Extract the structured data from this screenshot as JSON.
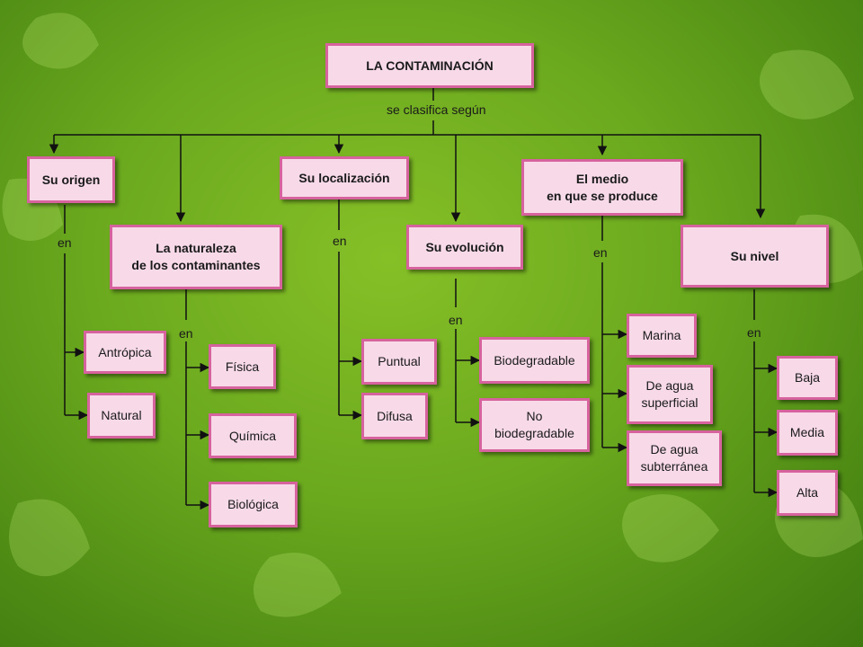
{
  "root": "LA CONTAMINACIÓN",
  "root_connector": "se clasifica según",
  "connector_word": "en",
  "categories": {
    "origen": "Su origen",
    "naturaleza": "La naturaleza\nde los contaminantes",
    "localizacion": "Su localización",
    "evolucion": "Su evolución",
    "medio": "El medio\nen que se produce",
    "nivel": "Su nivel"
  },
  "items": {
    "antropica": "Antrópica",
    "natural": "Natural",
    "fisica": "Física",
    "quimica": "Química",
    "biologica": "Biológica",
    "puntual": "Puntual",
    "difusa": "Difusa",
    "biodegradable": "Biodegradable",
    "no_biodegradable": "No\nbiodegradable",
    "marina": "Marina",
    "agua_superficial": "De agua\nsuperficial",
    "agua_subterranea": "De agua\nsubterránea",
    "baja": "Baja",
    "media": "Media",
    "alta": "Alta"
  },
  "colors": {
    "box_fill": "#f7d9e8",
    "box_border": "#d6639e",
    "background": "#6aa81e"
  }
}
